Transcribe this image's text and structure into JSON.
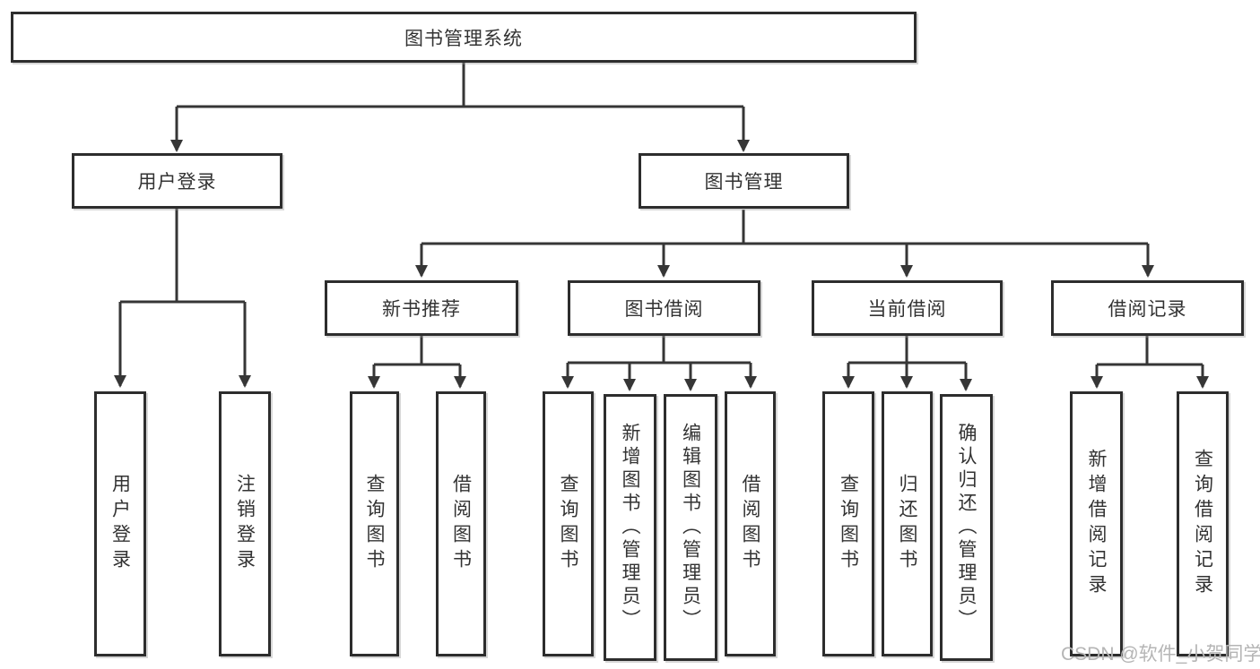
{
  "diagram": {
    "title_note": "",
    "root": {
      "label": "图书管理系统"
    },
    "branches": [
      {
        "label": "用户登录",
        "children": [
          {
            "label": "用户登录"
          },
          {
            "label": "注销登录"
          }
        ]
      },
      {
        "label": "图书管理",
        "children": [
          {
            "label": "新书推荐",
            "children": [
              {
                "label": "查询图书"
              },
              {
                "label": "借阅图书"
              }
            ]
          },
          {
            "label": "图书借阅",
            "children": [
              {
                "label": "查询图书"
              },
              {
                "label": "新增图书（管理员）"
              },
              {
                "label": "编辑图书（管理员）"
              },
              {
                "label": "借阅图书"
              }
            ]
          },
          {
            "label": "当前借阅",
            "children": [
              {
                "label": "查询图书"
              },
              {
                "label": "归还图书"
              },
              {
                "label": "确认归还（管理员）"
              }
            ]
          },
          {
            "label": "借阅记录",
            "children": [
              {
                "label": "新增借阅记录"
              },
              {
                "label": "查询借阅记录"
              }
            ]
          }
        ]
      }
    ]
  },
  "watermark": {
    "text": "CSDN @软件_小贺同学"
  },
  "colors": {
    "line": "#363636",
    "box_border": "#2d2d2d",
    "text": "#333333",
    "watermark": "#b5b5b5",
    "background": "#ffffff"
  }
}
